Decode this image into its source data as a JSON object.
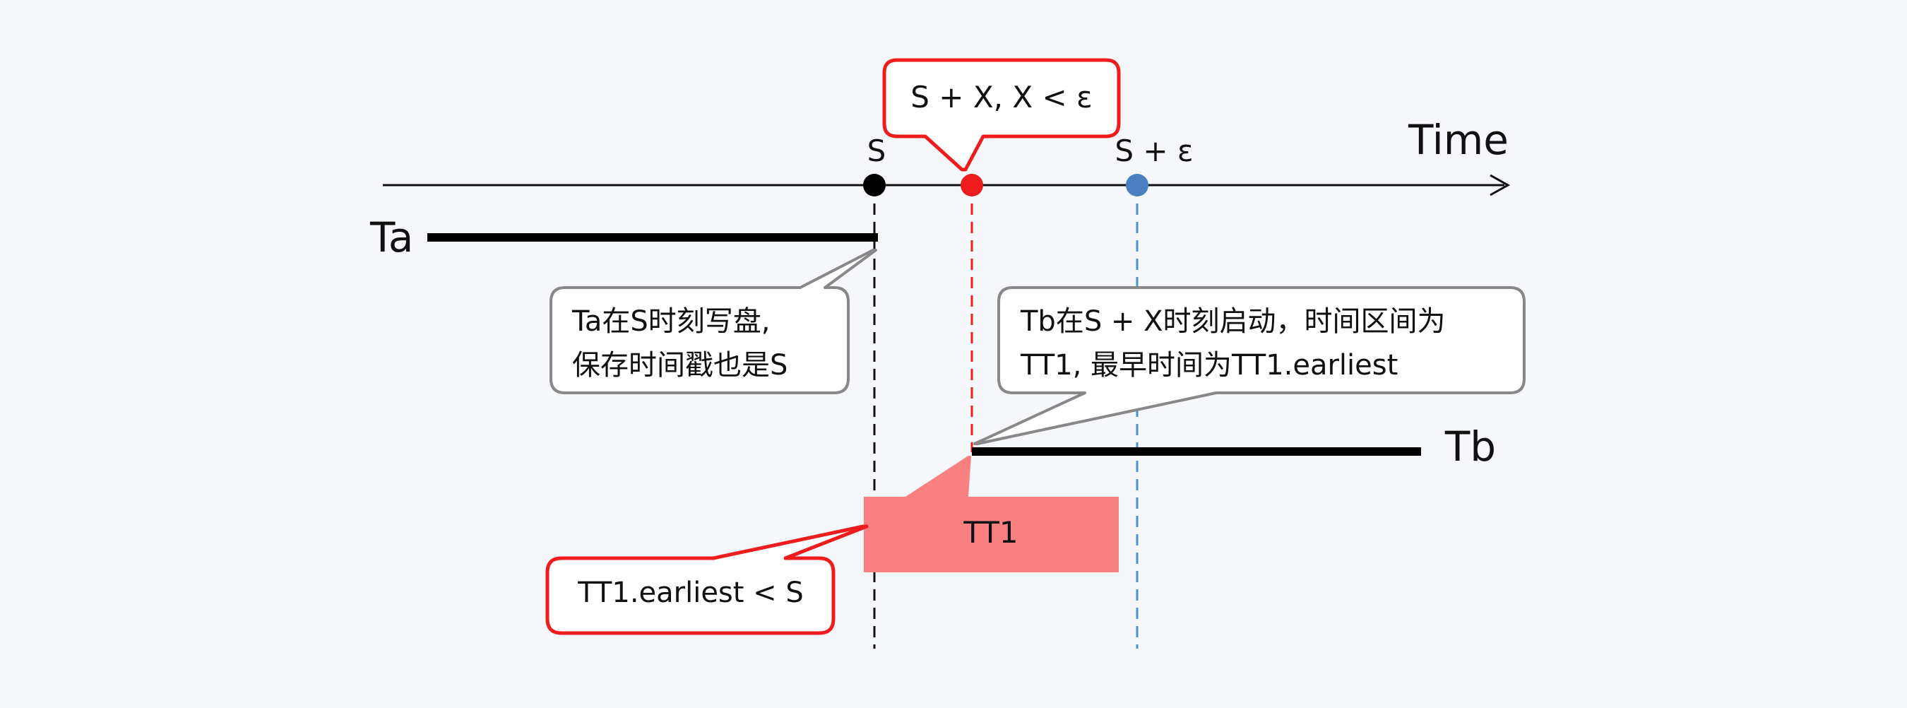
{
  "axis": {
    "label": "Time"
  },
  "points": {
    "s": {
      "label": "S",
      "color": "#000000"
    },
    "sx": {
      "label": "",
      "color": "#ee1c1c"
    },
    "se": {
      "label": "S + ε",
      "color": "#4a7fc0"
    }
  },
  "transactions": {
    "ta": {
      "label": "Ta"
    },
    "tb": {
      "label": "Tb"
    }
  },
  "callouts": {
    "sx": {
      "text": "S + X, X < ε",
      "color": "#ee1c1c"
    },
    "ta_note": {
      "lines": [
        "Ta在S时刻写盘,",
        "保存时间戳也是S"
      ],
      "color": "#888888"
    },
    "tb_note": {
      "lines": [
        "Tb在S + X时刻启动，时间区间为",
        "TT1, 最早时间为TT1.earliest"
      ],
      "color": "#888888"
    },
    "earliest": {
      "text": "TT1.earliest < S",
      "color": "#ee1c1c"
    }
  },
  "interval": {
    "label": "TT1",
    "color": "#f98080"
  }
}
